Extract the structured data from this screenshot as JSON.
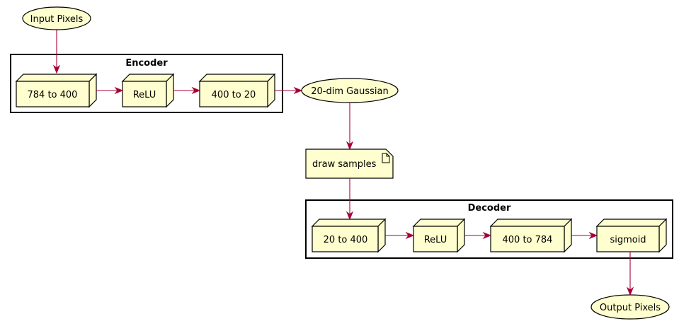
{
  "input": "Input Pixels",
  "encoder": {
    "title": "Encoder",
    "nodes": [
      "784 to 400",
      "ReLU",
      "400 to 20"
    ]
  },
  "gaussian": "20-dim Gaussian",
  "sample_note": "draw samples",
  "decoder": {
    "title": "Decoder",
    "nodes": [
      "20 to 400",
      "ReLU",
      "400 to 784",
      "sigmoid"
    ]
  },
  "output": "Output Pixels",
  "colors": {
    "node_fill": "#FEFECE",
    "edge": "#A80036",
    "border": "#000000"
  }
}
